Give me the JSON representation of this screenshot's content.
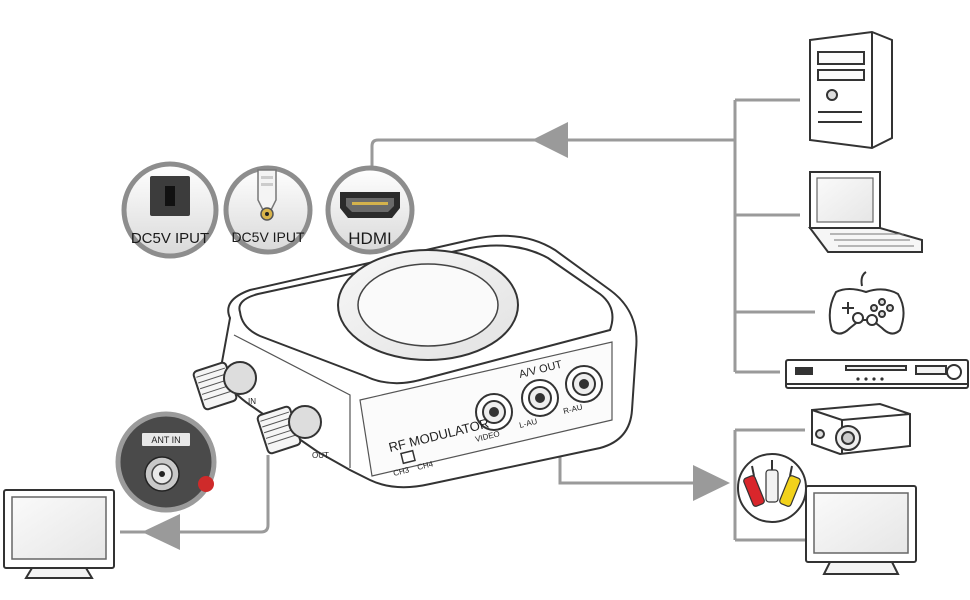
{
  "badges": {
    "dc_jack": "DC5V IPUT",
    "dc_plug": "DC5V IPUT",
    "hdmi": "HDMI",
    "ant_in": "ANT IN"
  },
  "device_labels": {
    "title": "RF MODULATOR",
    "av_out": "A/V OUT",
    "video": "VIDEO",
    "l_audio": "L-AU",
    "r_audio": "R-AU",
    "rf_in": "IN",
    "rf_out": "OUT",
    "ch3": "CH3",
    "ch4": "CH4"
  },
  "colors": {
    "line": "#9a9a9a",
    "arrow": "#9a9a9a",
    "outline": "#333333",
    "rca_red": "#d9262b",
    "rca_white": "#f2f2f2",
    "rca_yellow": "#f2d21b"
  }
}
